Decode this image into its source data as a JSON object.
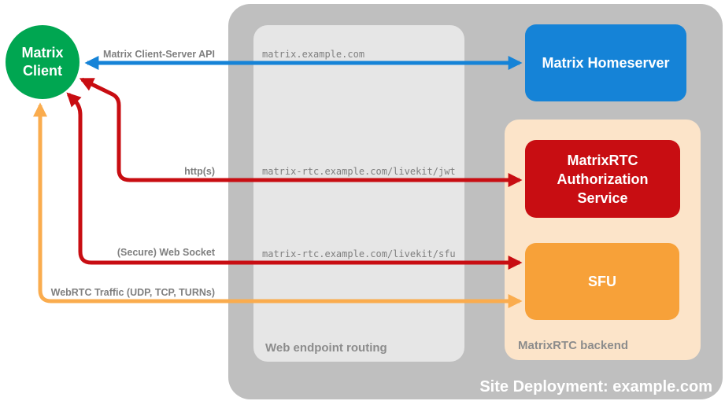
{
  "diagram": {
    "site_container": {
      "label": "Site Deployment: example.com",
      "background": "#bfbfbf"
    },
    "containers": {
      "web_endpoint_routing": {
        "label": "Web endpoint routing",
        "background": "#e6e6e6"
      },
      "matrixrtc_backend": {
        "label": "MatrixRTC backend",
        "background": "#fce4c9"
      }
    },
    "nodes": {
      "matrix_client": {
        "line1": "Matrix",
        "line2": "Client",
        "color": "#00a651"
      },
      "matrix_homeserver": {
        "label": "Matrix Homeserver",
        "color": "#1583d7"
      },
      "auth_service": {
        "label": "MatrixRTC Authorization Service",
        "color": "#c80d12"
      },
      "sfu": {
        "label": "SFU",
        "color": "#f7a139"
      }
    },
    "endpoints": [
      "matrix.example.com",
      "matrix-rtc.example.com/livekit/jwt",
      "matrix-rtc.example.com/livekit/sfu"
    ],
    "arrow_colors": {
      "blue": "#1583d7",
      "red": "#c80d12",
      "orange": "#faac4e"
    },
    "arrows": [
      {
        "label": "Matrix Client-Server API",
        "color": "#1583d7",
        "from": "matrix_client",
        "to": "matrix_homeserver",
        "bidirectional": true
      },
      {
        "label": "http(s)",
        "color": "#c80d12",
        "from": "matrix_client",
        "to": "auth_service",
        "bidirectional": true
      },
      {
        "label": "(Secure) Web Socket",
        "color": "#c80d12",
        "from": "matrix_client",
        "to": "sfu",
        "bidirectional": true
      },
      {
        "label": "WebRTC Traffic (UDP, TCP, TURNs)",
        "color": "#faac4e",
        "from": "matrix_client",
        "to": "sfu",
        "bidirectional": true
      }
    ]
  }
}
